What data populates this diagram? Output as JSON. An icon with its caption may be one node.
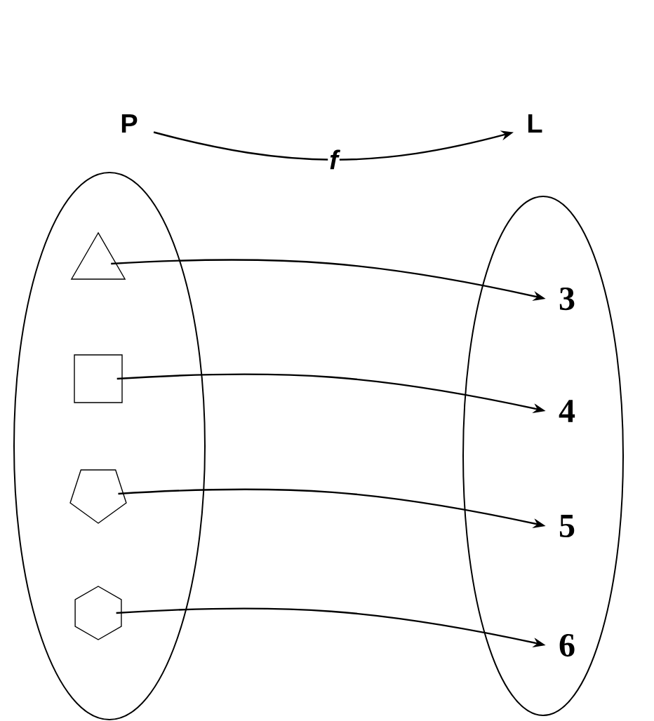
{
  "diagram": {
    "nodes": [
      {
        "text": [
          "P"
        ]
      },
      {
        "text": [
          "L"
        ]
      },
      {
        "text": [],
        "shape": "ellipse"
      },
      {
        "text": [],
        "shape": "triangle",
        "in": 2
      },
      {
        "text": [],
        "shape": "box",
        "in": 2
      },
      {
        "text": [],
        "shape": "pentagon",
        "in": 2
      },
      {
        "text": [],
        "shape": "hexagon",
        "in": 2
      },
      {
        "text": [],
        "shape": "ellipse"
      },
      {
        "text": [
          "3"
        ],
        "in": 7
      },
      {
        "text": [
          "4"
        ],
        "in": 7
      },
      {
        "text": [
          "5"
        ],
        "in": 7
      },
      {
        "text": [
          "6"
        ],
        "in": 7
      }
    ],
    "edges": [
      {
        "from": 0,
        "to": 1,
        "arrow": "to",
        "label": "f"
      },
      {
        "from": 3,
        "to": 8,
        "arrow": "to"
      },
      {
        "from": 4,
        "to": 9,
        "arrow": "to"
      },
      {
        "from": 5,
        "to": 10,
        "arrow": "to"
      },
      {
        "from": 6,
        "to": 11,
        "arrow": "to"
      }
    ]
  }
}
